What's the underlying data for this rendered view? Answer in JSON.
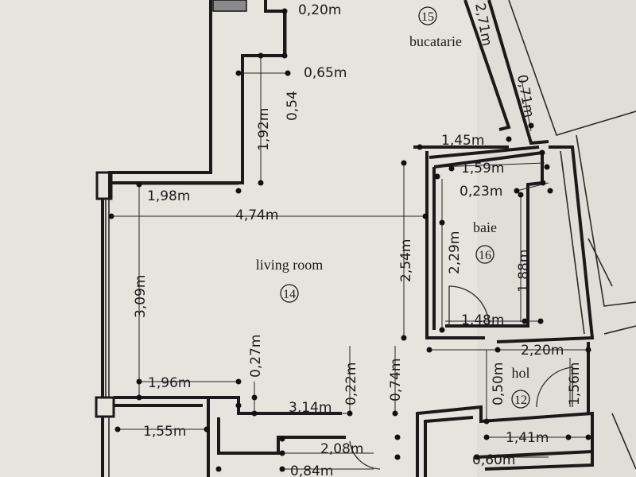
{
  "rooms": {
    "living": {
      "name": "living room",
      "number": "14"
    },
    "kitchen": {
      "name": "bucatarie",
      "number": "15"
    },
    "bath": {
      "name": "baie",
      "number": "16"
    },
    "hall": {
      "name": "hol",
      "number": "12"
    }
  },
  "dimensions": {
    "d_020": "0,20m",
    "d_065": "0,65m",
    "d_054": "0,54",
    "d_192": "1,92m",
    "d_198": "1,98m",
    "d_474": "4,74m",
    "d_309": "3,09m",
    "d_196": "1,96m",
    "d_027": "0,27m",
    "d_022": "0,22m",
    "d_074": "0,74m",
    "d_314": "3,14m",
    "d_155": "1,55m",
    "d_208": "2,08m",
    "d_084": "0,84m",
    "d_145": "1,45m",
    "d_159": "1,59m",
    "d_023": "0,23m",
    "d_254": "2,54m",
    "d_229": "2,29m",
    "d_188": "1,88m",
    "d_148": "1,48m",
    "d_220": "2,20m",
    "d_050": "0,50m",
    "d_156": "1,56m",
    "d_141": "1,41m",
    "d_060": "0,60m",
    "d_071": "0,71m",
    "d_271": "2,71m"
  }
}
